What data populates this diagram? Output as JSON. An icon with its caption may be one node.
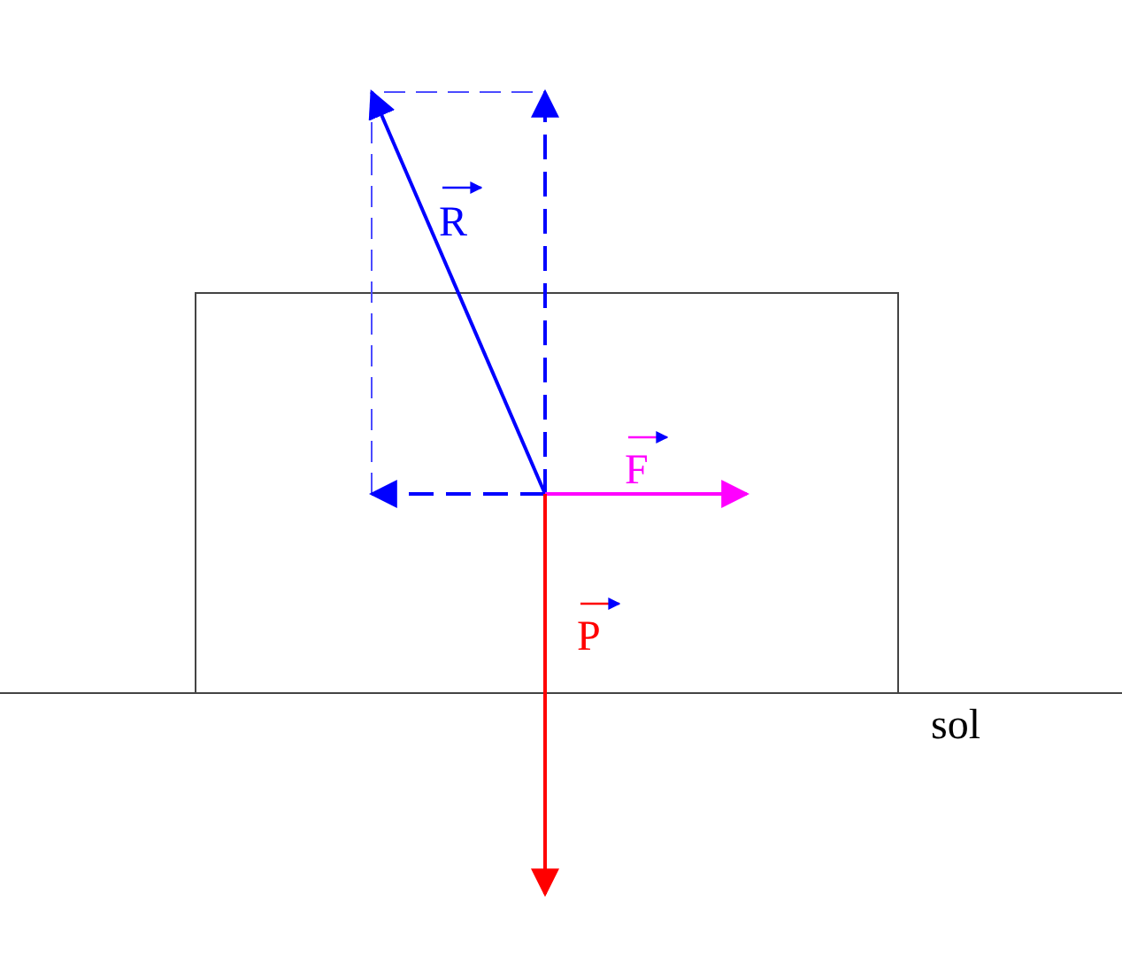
{
  "diagram": {
    "labels": [
      "R",
      "F",
      "P",
      "sol"
    ]
  }
}
